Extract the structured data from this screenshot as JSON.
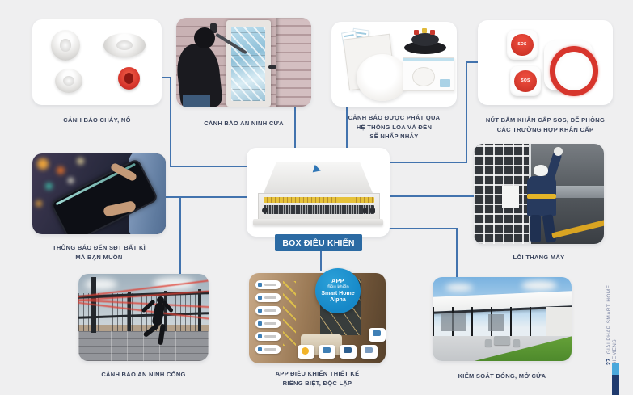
{
  "center": {
    "box_label": "BOX ĐIỀU KHIỂN",
    "app_badge_lines": [
      "APP",
      "điều khiển",
      "Smart Home",
      "Alpha"
    ]
  },
  "cards": {
    "fire": {
      "caption": "CẢNH BÁO CHÁY, NỔ"
    },
    "door": {
      "caption": "CẢNH BÁO AN NINH CỬA"
    },
    "speaker": {
      "caption": "CẢNH BÁO ĐƯỢC PHÁT QUA\nHỆ THỐNG LOA VÀ ĐÈN\nSẼ NHẤP NHÁY"
    },
    "sos": {
      "caption": "NÚT BẤM KHẨN CẤP SOS, ĐỂ PHÒNG\nCÁC TRƯỜNG HỢP KHẨN CẤP",
      "device_label": "SOS"
    },
    "phone": {
      "caption": "THÔNG BÁO ĐẾN SĐT BẤT KÌ\nMÀ BẠN MUỐN"
    },
    "elevator": {
      "caption": "LỖI THANG MÁY"
    },
    "fence": {
      "caption": "CẢNH BÁO AN NINH CỔNG"
    },
    "app": {
      "caption": "APP ĐIỀU KHIỂN THIẾT KẾ\nRIÊNG BIỆT, ĐỘC LẬP"
    },
    "house": {
      "caption": "KIỂM SOÁT ĐÓNG, MỞ CỬA"
    }
  },
  "sidebar": {
    "page_number": "27",
    "title": "GIẢI PHÁP SMART HOME SIEMENS"
  },
  "colors": {
    "background": "#efeff0",
    "connector_blue": "#4273ae",
    "caption_text": "#39435c",
    "box_label_bg": "#2b6aa3",
    "app_circle_bg": "#1688c8",
    "alarm_red": "#d7352c",
    "sidebar_navy": "#1f3a6e",
    "sidebar_light_blue": "#4aa8dc"
  }
}
